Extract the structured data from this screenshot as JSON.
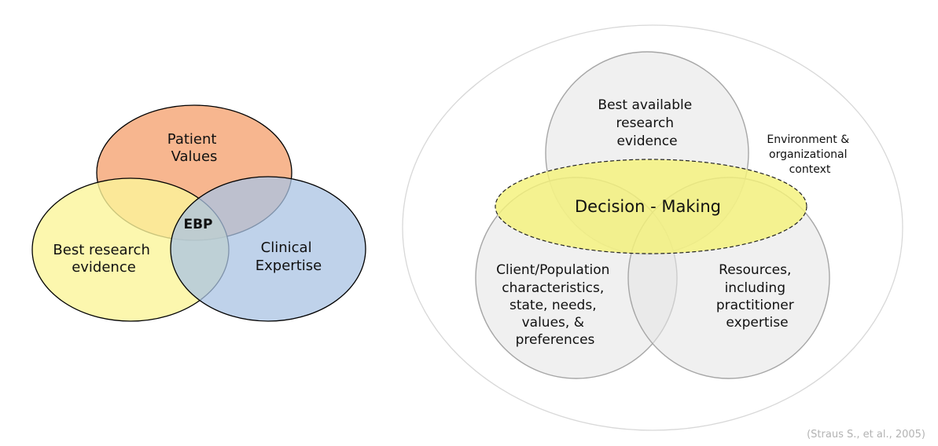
{
  "left_diagram": {
    "patient_values": [
      "Patient",
      "Values"
    ],
    "best_research": [
      "Best research",
      "evidence"
    ],
    "clinical_expertise": [
      "Clinical",
      "Expertise"
    ],
    "center": "EBP",
    "colors": {
      "patient_values": "#f7b68f",
      "best_research": "#fbf59a",
      "clinical_expertise": "#a9c3e3",
      "center_text": "#e3000f"
    }
  },
  "right_diagram": {
    "best_available": [
      "Best available",
      "research",
      "evidence"
    ],
    "environment": [
      "Environment &",
      "organizational",
      "context"
    ],
    "decision_making": "Decision - Making",
    "client_population": [
      "Client/Population",
      "characteristics,",
      "state, needs,",
      "values, &",
      "preferences"
    ],
    "resources": [
      "Resources,",
      "including",
      "practitioner",
      "expertise"
    ],
    "colors": {
      "circles": "#e6e6e6",
      "decision_fill": "#f4f27a"
    }
  },
  "citation": "(Straus S., et al., 2005)"
}
